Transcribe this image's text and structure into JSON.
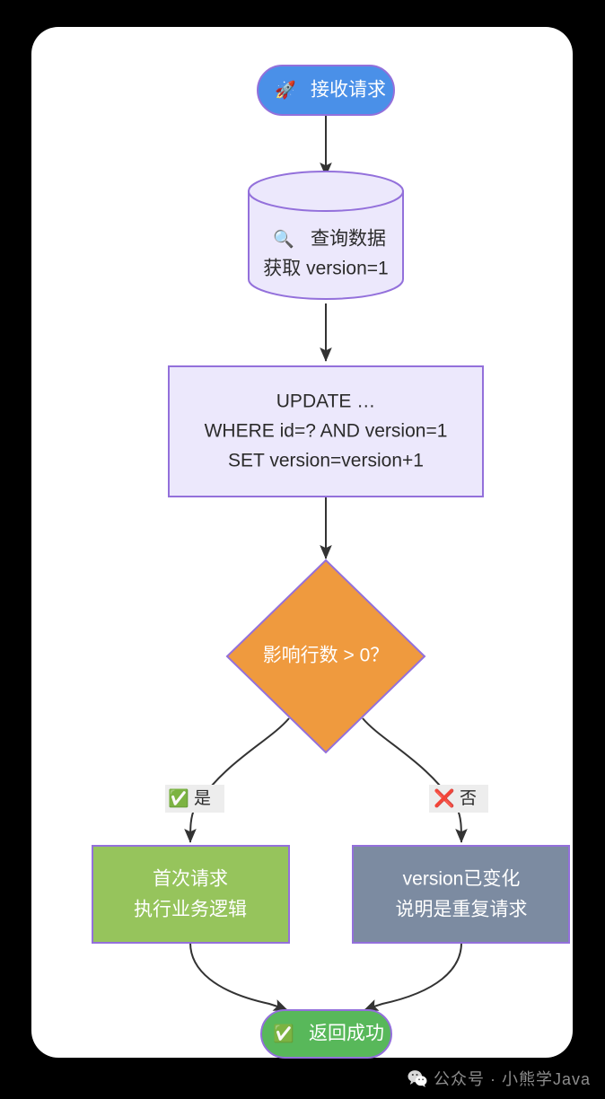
{
  "theme": {
    "page_background": "#000000",
    "card_background": "#ffffff",
    "start_node_color": "#4a90e8",
    "db_node_color": "#ece8fc",
    "process_node_color": "#ece8fc",
    "decision_node_color": "#ef9a3e",
    "success_branch_color": "#96c45c",
    "duplicate_branch_color": "#7c8ba1",
    "end_node_color": "#58b85a",
    "node_border_color": "#9370db",
    "edge_color": "#333333",
    "edge_label_background": "#ededed"
  },
  "diagram": {
    "type": "flowchart",
    "direction": "top-to-bottom",
    "nodes": [
      {
        "id": "start",
        "shape": "stadium",
        "icon": "rocket-icon",
        "icon_glyph": "🚀",
        "lines": [
          "接收请求"
        ]
      },
      {
        "id": "query",
        "shape": "cylinder",
        "icon": "magnifier-icon",
        "icon_glyph": "🔍",
        "lines": [
          "查询数据",
          "获取 version=1"
        ]
      },
      {
        "id": "update",
        "shape": "rect",
        "lines": [
          "UPDATE …",
          "WHERE id=? AND version=1",
          "SET version=version+1"
        ]
      },
      {
        "id": "decision",
        "shape": "diamond",
        "lines": [
          "影响行数 > 0？"
        ]
      },
      {
        "id": "first_request",
        "shape": "rect",
        "lines": [
          "首次请求",
          "执行业务逻辑"
        ]
      },
      {
        "id": "duplicate_request",
        "shape": "rect",
        "lines": [
          "version已变化",
          "说明是重复请求"
        ]
      },
      {
        "id": "end",
        "shape": "stadium",
        "icon": "check-icon",
        "icon_glyph": "✅",
        "lines": [
          "返回成功"
        ]
      }
    ],
    "edges": [
      {
        "from": "start",
        "to": "query",
        "label": ""
      },
      {
        "from": "query",
        "to": "update",
        "label": ""
      },
      {
        "from": "update",
        "to": "decision",
        "label": ""
      },
      {
        "from": "decision",
        "to": "first_request",
        "label": "是",
        "label_icon": "check-icon",
        "label_icon_glyph": "✅"
      },
      {
        "from": "decision",
        "to": "duplicate_request",
        "label": "否",
        "label_icon": "cross-icon",
        "label_icon_glyph": "❌"
      },
      {
        "from": "first_request",
        "to": "end",
        "label": ""
      },
      {
        "from": "duplicate_request",
        "to": "end",
        "label": ""
      }
    ]
  },
  "labels": {
    "start_text": "接收请求",
    "query_line1": "查询数据",
    "query_line2": "获取 version=1",
    "update_line1": "UPDATE …",
    "update_line2": "WHERE id=? AND version=1",
    "update_line3": "SET version=version+1",
    "decision_text": "影响行数 > 0？",
    "yes_label": "是",
    "no_label": "否",
    "first_line1": "首次请求",
    "first_line2": "执行业务逻辑",
    "dup_line1": "version已变化",
    "dup_line2": "说明是重复请求",
    "end_text": "返回成功"
  },
  "watermark": {
    "text": "公众号 · 小熊学Java",
    "icon": "wechat-icon"
  }
}
